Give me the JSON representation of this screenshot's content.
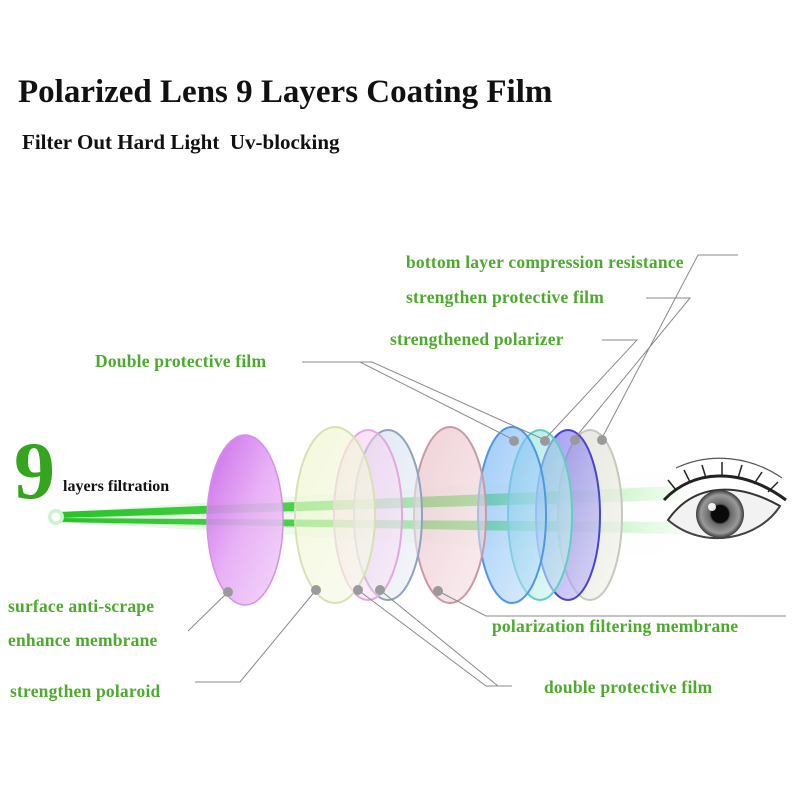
{
  "title": "Polarized Lens 9 Layers Coating Film",
  "subtitle": "Filter Out Hard Light  Uv-blocking",
  "badge": {
    "number": "9",
    "text": "layers filtration"
  },
  "labels": {
    "bottom_layer": "bottom layer compression resistance",
    "strengthen_protective_film": "strengthen protective film",
    "strengthened_polarizer": "strengthened polarizer",
    "double_protective_film_top": "Double protective film",
    "surface_anti_scrape": "surface anti-scrape",
    "enhance_membrane": "enhance membrane",
    "strengthen_polaroid": "strengthen polaroid",
    "polarization_filtering_membrane": "polarization filtering membrane",
    "double_protective_film_bottom": "double protective film"
  },
  "colors": {
    "label_green": "#4caa2c",
    "beam_green": "#22cc22",
    "leader_line": "#888888"
  },
  "icons": [
    "eye-icon",
    "light-source-icon"
  ]
}
